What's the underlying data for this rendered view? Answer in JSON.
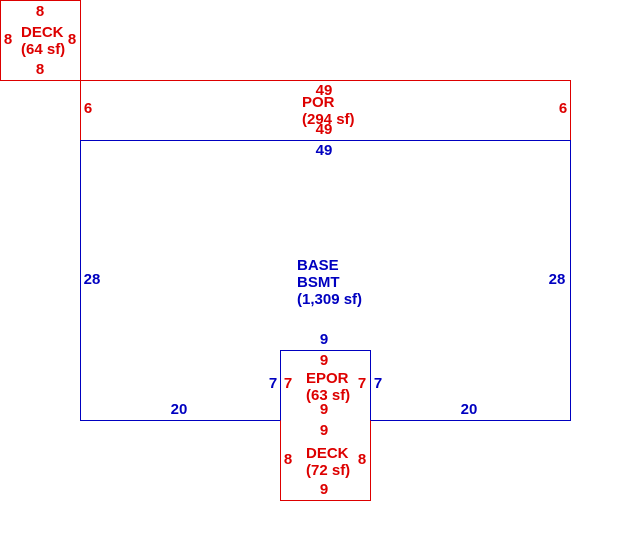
{
  "colors": {
    "base": "#0000c0",
    "addition": "#dd0000",
    "background": "#ffffff"
  },
  "sketch": {
    "deck_top": {
      "name": "DECK",
      "area": "(64 sf)",
      "dim_top": "8",
      "dim_bottom": "8",
      "dim_left": "8",
      "dim_right": "8"
    },
    "por": {
      "name": "POR",
      "area": "(294 sf)",
      "dim_top": "49",
      "dim_bottom": "49",
      "dim_left": "6",
      "dim_right": "6"
    },
    "base": {
      "name": "BASE",
      "sub": "BSMT",
      "area": "(1,309 sf)",
      "dim_top": "49",
      "dim_left": "28",
      "dim_right": "28",
      "dim_bottom_left": "20",
      "dim_bottom_right": "20",
      "dim_notch_top": "9",
      "dim_notch_left": "7",
      "dim_notch_right": "7"
    },
    "epor": {
      "name": "EPOR",
      "area": "(63 sf)",
      "dim_top": "9",
      "dim_bottom": "9",
      "dim_left": "7",
      "dim_right": "7"
    },
    "deck_bottom": {
      "name": "DECK",
      "area": "(72 sf)",
      "dim_top": "9",
      "dim_bottom": "9",
      "dim_left": "8",
      "dim_right": "8"
    }
  }
}
